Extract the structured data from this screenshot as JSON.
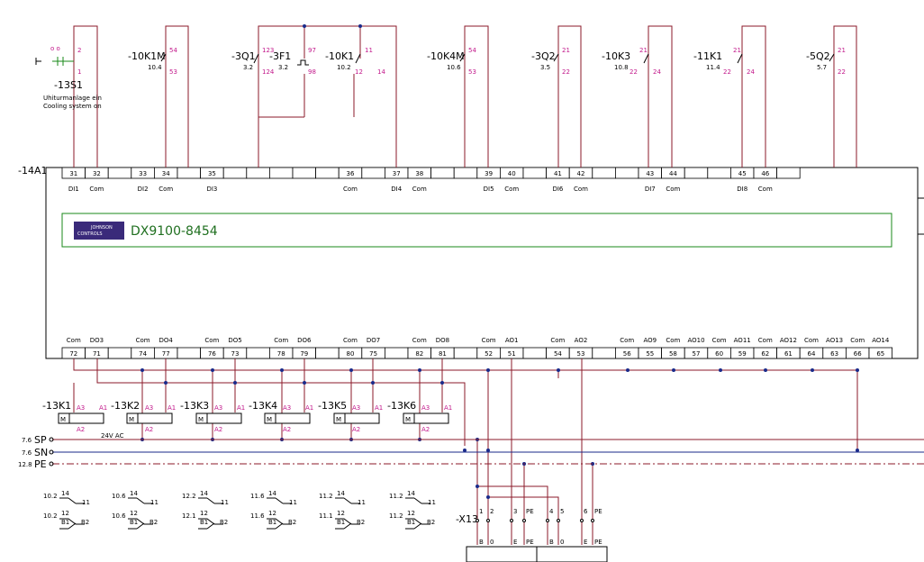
{
  "device": {
    "label": "-14A1",
    "model": "DX9100-8454",
    "logo_text": [
      "JOHNSON",
      "CONTROLS"
    ],
    "colors": {
      "frame": "#1a8a1a",
      "logo_bg": "#3a2a7a",
      "wire": "#8b1a2a",
      "text": "#000000",
      "pin": "#c2188b"
    }
  },
  "top_terminals": [
    {
      "num": "31",
      "label": "DI1"
    },
    {
      "num": "32",
      "label": "Com"
    },
    {
      "num": "",
      "label": ""
    },
    {
      "num": "33",
      "label": "DI2"
    },
    {
      "num": "34",
      "label": "Com"
    },
    {
      "num": "",
      "label": ""
    },
    {
      "num": "35",
      "label": "DI3"
    },
    {
      "num": "",
      "label": ""
    },
    {
      "num": "",
      "label": ""
    },
    {
      "num": "",
      "label": ""
    },
    {
      "num": "",
      "label": ""
    },
    {
      "num": "",
      "label": ""
    },
    {
      "num": "36",
      "label": "Com"
    },
    {
      "num": "",
      "label": ""
    },
    {
      "num": "37",
      "label": "DI4"
    },
    {
      "num": "38",
      "label": "Com"
    },
    {
      "num": "",
      "label": ""
    },
    {
      "num": "",
      "label": ""
    },
    {
      "num": "39",
      "label": "DI5"
    },
    {
      "num": "40",
      "label": "Com"
    },
    {
      "num": "",
      "label": ""
    },
    {
      "num": "41",
      "label": "DI6"
    },
    {
      "num": "42",
      "label": "Com"
    },
    {
      "num": "",
      "label": ""
    },
    {
      "num": "",
      "label": ""
    },
    {
      "num": "43",
      "label": "DI7"
    },
    {
      "num": "44",
      "label": "Com"
    },
    {
      "num": "",
      "label": ""
    },
    {
      "num": "",
      "label": ""
    },
    {
      "num": "45",
      "label": "DI8"
    },
    {
      "num": "46",
      "label": "Com"
    },
    {
      "num": "",
      "label": ""
    }
  ],
  "bottom_terminals": [
    {
      "num": "72",
      "label": "Com"
    },
    {
      "num": "71",
      "label": "DO3"
    },
    {
      "num": "",
      "label": ""
    },
    {
      "num": "74",
      "label": "Com"
    },
    {
      "num": "77",
      "label": "DO4"
    },
    {
      "num": "",
      "label": ""
    },
    {
      "num": "76",
      "label": "Com"
    },
    {
      "num": "73",
      "label": "DO5"
    },
    {
      "num": "",
      "label": ""
    },
    {
      "num": "78",
      "label": "Com"
    },
    {
      "num": "79",
      "label": "DO6"
    },
    {
      "num": "",
      "label": ""
    },
    {
      "num": "80",
      "label": "Com"
    },
    {
      "num": "75",
      "label": "DO7"
    },
    {
      "num": "",
      "label": ""
    },
    {
      "num": "82",
      "label": "Com"
    },
    {
      "num": "81",
      "label": "DO8"
    },
    {
      "num": "",
      "label": ""
    },
    {
      "num": "52",
      "label": "Com"
    },
    {
      "num": "51",
      "label": "AO1"
    },
    {
      "num": "",
      "label": ""
    },
    {
      "num": "54",
      "label": "Com"
    },
    {
      "num": "53",
      "label": "AO2"
    },
    {
      "num": "",
      "label": ""
    },
    {
      "num": "56",
      "label": "Com"
    },
    {
      "num": "55",
      "label": "AO9"
    },
    {
      "num": "58",
      "label": "Com"
    },
    {
      "num": "57",
      "label": "AO10"
    },
    {
      "num": "60",
      "label": "Com"
    },
    {
      "num": "59",
      "label": "AO11"
    },
    {
      "num": "62",
      "label": "Com"
    },
    {
      "num": "61",
      "label": "AO12"
    },
    {
      "num": "64",
      "label": "Com"
    },
    {
      "num": "63",
      "label": "AO13"
    },
    {
      "num": "66",
      "label": "Com"
    },
    {
      "num": "65",
      "label": "AO14"
    }
  ],
  "inputs": [
    {
      "tag": "-13S1",
      "ref": "",
      "pins": [
        "2",
        "1"
      ],
      "desc": [
        "Uhiturmanlage ein",
        "Cooling system on"
      ]
    },
    {
      "tag": "-10K1M",
      "ref": "10.4",
      "pins": [
        "54",
        "53"
      ]
    },
    {
      "tag": "-3Q1",
      "ref": "3.2",
      "pins": [
        "123",
        "124"
      ]
    },
    {
      "tag": "-3F1",
      "ref": "3.2",
      "pins": [
        "97",
        "98"
      ]
    },
    {
      "tag": "-10K1",
      "ref": "10.2",
      "pins": [
        "11",
        "12",
        "14"
      ]
    },
    {
      "tag": "-10K4M",
      "ref": "10.6",
      "pins": [
        "54",
        "53"
      ]
    },
    {
      "tag": "-3Q2",
      "ref": "3.5",
      "pins": [
        "21",
        "22"
      ]
    },
    {
      "tag": "-10K3",
      "ref": "10.8",
      "pins": [
        "21",
        "22",
        "24"
      ]
    },
    {
      "tag": "-11K1",
      "ref": "11.4",
      "pins": [
        "21",
        "22",
        "24"
      ]
    },
    {
      "tag": "-5Q2",
      "ref": "5.7",
      "pins": [
        "21",
        "22"
      ]
    }
  ],
  "relays": [
    {
      "tag": "-13K1",
      "pins": [
        "A3",
        "A1",
        "A2"
      ],
      "coil": "M"
    },
    {
      "tag": "-13K2",
      "pins": [
        "A3",
        "A1",
        "A2"
      ],
      "coil": "M"
    },
    {
      "tag": "-13K3",
      "pins": [
        "A3",
        "A1",
        "A2"
      ],
      "coil": "M"
    },
    {
      "tag": "-13K4",
      "pins": [
        "A3",
        "A1",
        "A2"
      ],
      "coil": "M"
    },
    {
      "tag": "-13K5",
      "pins": [
        "A3",
        "A1",
        "A2"
      ],
      "coil": "M"
    },
    {
      "tag": "-13K6",
      "pins": [
        "A3",
        "A1",
        "A2"
      ],
      "coil": "M"
    }
  ],
  "supply_note": "24V AC",
  "rails": [
    {
      "name": "SP",
      "ref": "7.6"
    },
    {
      "name": "SN",
      "ref": "7.6"
    },
    {
      "name": "PE",
      "ref": "12.8"
    }
  ],
  "cross_refs": [
    {
      "top": [
        "10.2",
        "14",
        "11"
      ],
      "bot": [
        "10.2",
        "12",
        "B1",
        "B2"
      ]
    },
    {
      "top": [
        "10.6",
        "14",
        "11"
      ],
      "bot": [
        "10.6",
        "12",
        "B1",
        "B2"
      ]
    },
    {
      "top": [
        "12.2",
        "14",
        "11"
      ],
      "bot": [
        "12.1",
        "12",
        "B1",
        "B2"
      ]
    },
    {
      "top": [
        "11.6",
        "14",
        "11"
      ],
      "bot": [
        "11.6",
        "12",
        "B1",
        "B2"
      ]
    },
    {
      "top": [
        "11.2",
        "14",
        "11"
      ],
      "bot": [
        "11.1",
        "12",
        "B1",
        "B2"
      ]
    },
    {
      "top": [
        "11.2",
        "14",
        "11"
      ],
      "bot": [
        "11.2",
        "12",
        "B1",
        "B2"
      ]
    }
  ],
  "connector": {
    "tag": "-X13",
    "terminals": [
      "1",
      "2",
      "3",
      "PE",
      "4",
      "5",
      "6",
      "PE"
    ],
    "lower": [
      "B",
      "0",
      "E",
      "PE",
      "B",
      "0",
      "E",
      "PE"
    ]
  }
}
